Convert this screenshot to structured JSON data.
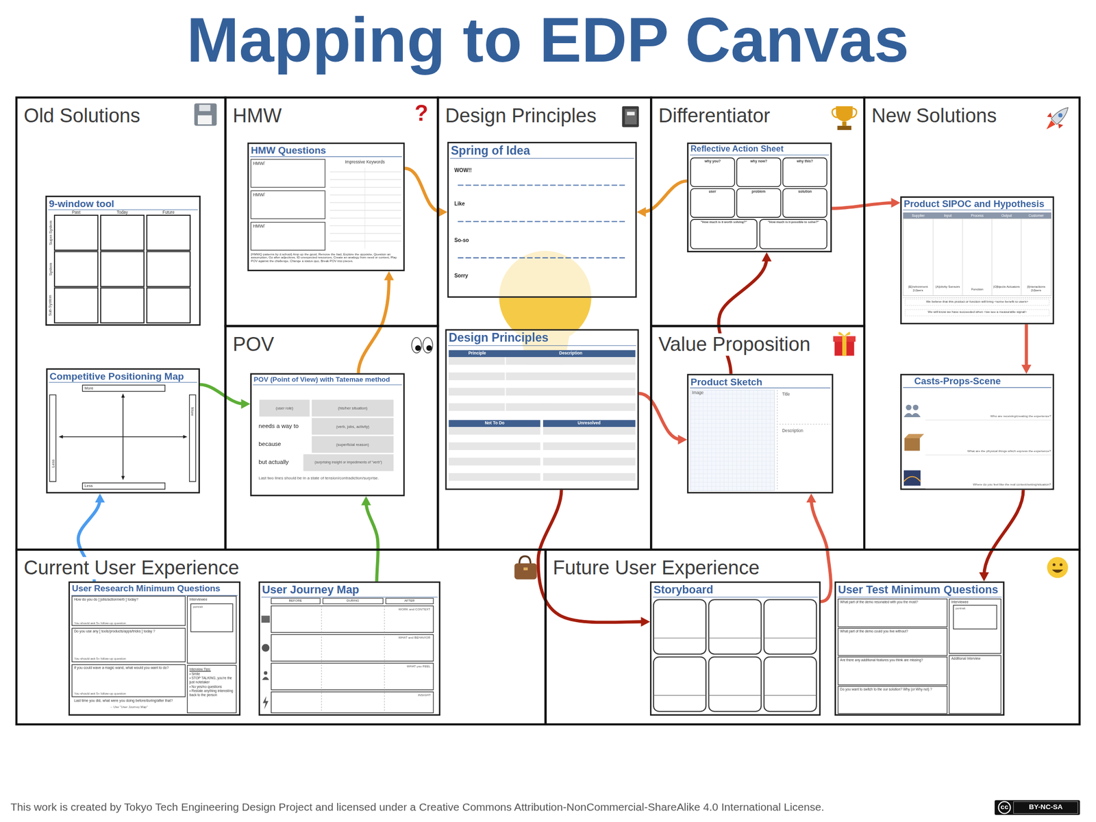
{
  "diagram": {
    "title": "Mapping to EDP Canvas",
    "caption": "This work is created by Tokyo Tech Engineering Design Project and licensed under a Creative Commons Attribution-NonCommercial-ShareAlike 4.0 International License.",
    "nodes": [
      {
        "text": [
          "Old Solutions"
        ]
      },
      {
        "text": [
          "9-window tool"
        ],
        "in": 0
      },
      {
        "text": [
          "Competitive Positioning Map"
        ],
        "in": 0
      },
      {
        "text": [
          "HMW"
        ]
      },
      {
        "text": [
          "HMW Questions"
        ],
        "in": 3
      },
      {
        "text": [
          "POV"
        ]
      },
      {
        "text": [
          "POV (Point of View) with Tatemae method"
        ],
        "in": 5
      },
      {
        "text": [
          "Design Principles"
        ]
      },
      {
        "text": [
          "Spring of Idea"
        ],
        "in": 7
      },
      {
        "text": [
          "Design Principles"
        ],
        "in": 7
      },
      {
        "text": [
          "Differentiator"
        ]
      },
      {
        "text": [
          "Reflective Action Sheet"
        ],
        "in": 10
      },
      {
        "text": [
          "Value Proposition"
        ]
      },
      {
        "text": [
          "Product Sketch"
        ],
        "in": 12
      },
      {
        "text": [
          "New Solutions"
        ]
      },
      {
        "text": [
          "Product SIPOC and Hypothesis"
        ],
        "in": 14
      },
      {
        "text": [
          "Casts-Props-Scene"
        ],
        "in": 14
      },
      {
        "text": [
          "Current User Experience"
        ]
      },
      {
        "text": [
          "User Research Minimum Questions"
        ],
        "in": 17
      },
      {
        "text": [
          "User Journey Map"
        ],
        "in": 17
      },
      {
        "text": [
          "Future User Experience"
        ]
      },
      {
        "text": [
          "Storyboard"
        ],
        "in": 20
      },
      {
        "text": [
          "User Test Minimum Questions"
        ],
        "in": 20
      }
    ],
    "edges": [
      {
        "from": 18,
        "to": 2,
        "arrow": "to"
      },
      {
        "from": 2,
        "to": 6,
        "arrow": "to"
      },
      {
        "from": 19,
        "to": 6,
        "arrow": "to"
      },
      {
        "from": 6,
        "to": 4,
        "arrow": "to"
      },
      {
        "from": 4,
        "to": 8,
        "arrow": "to"
      },
      {
        "from": 11,
        "to": 8,
        "arrow": "to"
      },
      {
        "from": 9,
        "to": 21,
        "arrow": "to"
      },
      {
        "from": 21,
        "to": 13,
        "arrow": "to"
      },
      {
        "from": 13,
        "to": 11,
        "arrow": "to"
      },
      {
        "from": 9,
        "to": 13,
        "arrow": "to"
      },
      {
        "from": 11,
        "to": 15,
        "arrow": "to"
      },
      {
        "from": 15,
        "to": 16,
        "arrow": "to"
      },
      {
        "from": 16,
        "to": 22,
        "arrow": "to"
      }
    ],
    "labels": [
      "?",
      "Past",
      "Today",
      "Future",
      "Super-System",
      "System",
      "Sub-System",
      "More",
      "More",
      "Less",
      "Less",
      "HMW/",
      "HMW/",
      "HMW/",
      "Impressive Keywords",
      "[HMWQ patterns by d.school] Amp up the good, Remove the bad, Explore the opposite, Question an assumption, Go after adjectives, ID unexpected resources, Create an analogy from need or context, Play POV against the challenge, Change a status quo, Break POV into pieces.",
      "(user role)",
      "(his/her situation)",
      "needs a way to",
      "(verb, jobs, activity)",
      "because",
      "(superficial reason)",
      "but actually",
      "(surprising insight or impediments of \"verb\")",
      "Last two lines should be in a state of tension/contradiction/surprise.",
      "WOW!!",
      "Like",
      "So-so",
      "Sorry",
      "Principle",
      "Description",
      "Not To Do",
      "Unresolved",
      "why you?",
      "why now?",
      "why this?",
      "user",
      "problem",
      "solution",
      "\"How much is it worth solving?\"",
      "\"How much is it possible to solve?\"",
      "Image",
      "Title",
      "Description",
      "Supplier",
      "Input",
      "Process",
      "Output",
      "Customer",
      "[E]nvironment [U]sers",
      "[A]ctivity Sensors",
      "Function",
      "[O]bjects Actuators",
      "[I]nteractions [U]sers",
      "We believe that this product or function will bring <some benefit to users>",
      "We will know we have succeeded when <we see a measurable signal>",
      "Who are receiving/creating the experience?",
      "What are the physical things which express the experience?",
      "Where do you feel like the real context/setting/situation?",
      "How do you do [ jobs/action/verb ] today?",
      "You should ask 5+ follow-up question",
      "Do you use any [ tools/products/apps/tricks ] today ?",
      "You should ask 5+ follow-up question",
      "If you could wave a magic wand, what would you want to do?",
      "You should ask 5+ follow-up question",
      "Last time you did, what were you doing before/during/after that?",
      "→ Use \"User Journey Map\"",
      "Interviewee",
      "portrait",
      "Interview Tips:",
      "• Smile",
      "• STOP TALKING, you're the just notetaker",
      "• No yes/no questions",
      "• Restate anything interesting back to the person",
      "BEFORE",
      "DURING",
      "AFTER",
      "WORK and CONTEXT",
      "WHAT and BEHAVIOR",
      "WHAT you FEEL",
      "INSIGHT",
      "What part of the demo resonated with you the most?",
      "What part of the demo could you live without?",
      "Are there any additional features you think are missing?",
      "Do you want to switch to the our solution? Why (or Why not) ?",
      "Interviewee",
      "portrait",
      "Additional Interview",
      "cc",
      "BY-NC-SA"
    ]
  }
}
